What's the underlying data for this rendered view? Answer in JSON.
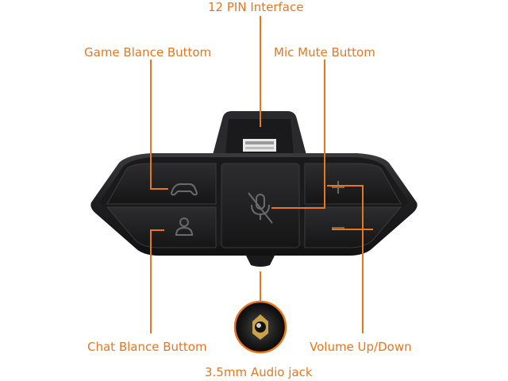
{
  "labels": {
    "pin_interface": "12 PIN Interface",
    "game_balance": "Game Blance Buttom",
    "mic_mute": "Mic Mute Buttom",
    "chat_balance": "Chat Blance Buttom",
    "volume": "Volume Up/Down",
    "audio_jack": "3.5mm Audio jack"
  },
  "colors": {
    "accent": "#e8761e",
    "device": "#1d1d1f",
    "background": "#ffffff"
  },
  "icons": {
    "game": "controller-icon",
    "chat": "person-icon",
    "mic": "mic-muted-icon",
    "vol_up": "plus-icon",
    "vol_down": "minus-icon"
  }
}
